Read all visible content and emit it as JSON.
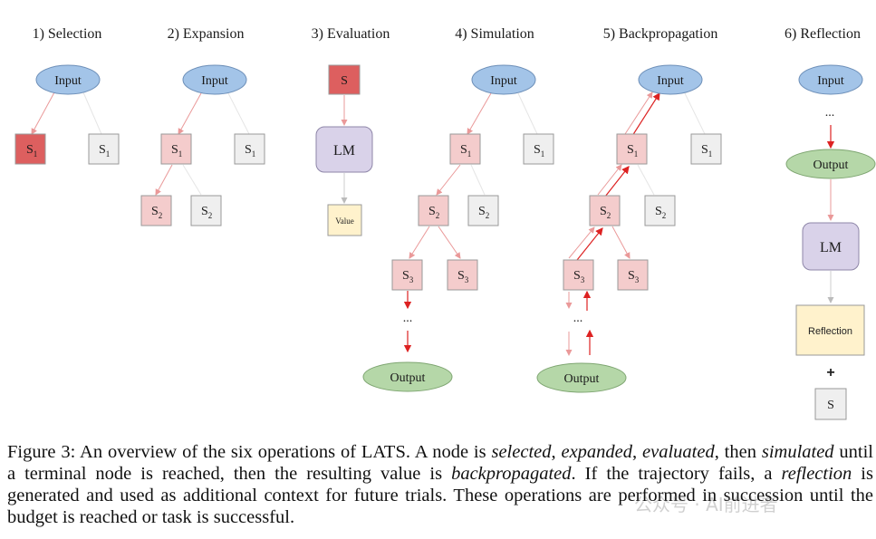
{
  "panels": [
    {
      "title": "1) Selection"
    },
    {
      "title": "2) Expansion"
    },
    {
      "title": "3) Evaluation"
    },
    {
      "title": "4) Simulation"
    },
    {
      "title": "5) Backpropagation"
    },
    {
      "title": "6) Reflection"
    }
  ],
  "labels": {
    "input": "Input",
    "output": "Output",
    "lm": "LM",
    "value": "Value",
    "reflection": "Reflection",
    "s": "S",
    "sub1": "1",
    "sub2": "2",
    "sub3": "3",
    "ellipsis": "...",
    "plus": "+"
  },
  "colors": {
    "input_fill": "#a3c4e8",
    "output_fill": "#b5d7a8",
    "selected_fill": "#dd5f5f",
    "expanded_fill": "#f4cccc",
    "unexplored_fill": "#efefef",
    "lm_fill": "#d9d2e9",
    "value_fill": "#fff2cc",
    "edge_light": "#ea9999",
    "edge_dark": "#dd2222",
    "edge_gray": "#dddddd"
  },
  "caption": {
    "p1": "Figure 3:  An overview of the six operations of LATS. A node is ",
    "e1": "selected",
    "p2": ", ",
    "e2": "expanded",
    "p3": ", ",
    "e3": "evaluated",
    "p4": ", then ",
    "e4": "simulated",
    "p5": " until a terminal node is reached, then the resulting value is ",
    "e5": "backpropagated",
    "p6": ".  If the trajectory fails, a ",
    "e6": "reflection",
    "p7": " is generated and used as additional context for future trials. These operations are performed in succession until the budget is reached or task is successful."
  },
  "watermark": "公众号 · AI前进者"
}
